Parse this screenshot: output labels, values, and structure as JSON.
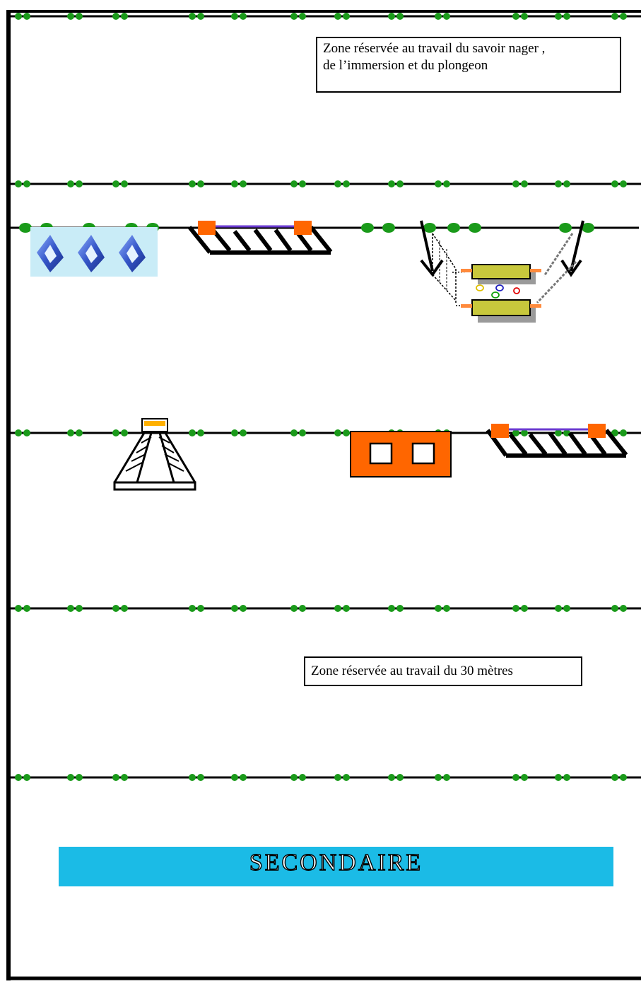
{
  "zone_labels": {
    "swim_zone_line1": "Zone réservée au travail du savoir nager ,",
    "swim_zone_line2": "de l’immersion et  du plongeon",
    "thirty_m_zone": "Zone réservée au travail du 30 mètres"
  },
  "level_banner": "SECONDAIRE",
  "colors": {
    "lane_line": "#000000",
    "float": "#1a9a1a",
    "mat": "#ff6600",
    "banner": "#1bbbe6",
    "ring": "#4a6ed6",
    "platform": "#c8c83c",
    "rope": "#6a3ad0"
  },
  "icons": [
    "ring-icon",
    "ladder-icon",
    "step-ladder-icon",
    "double-platform-icon",
    "float-mat-icon"
  ]
}
